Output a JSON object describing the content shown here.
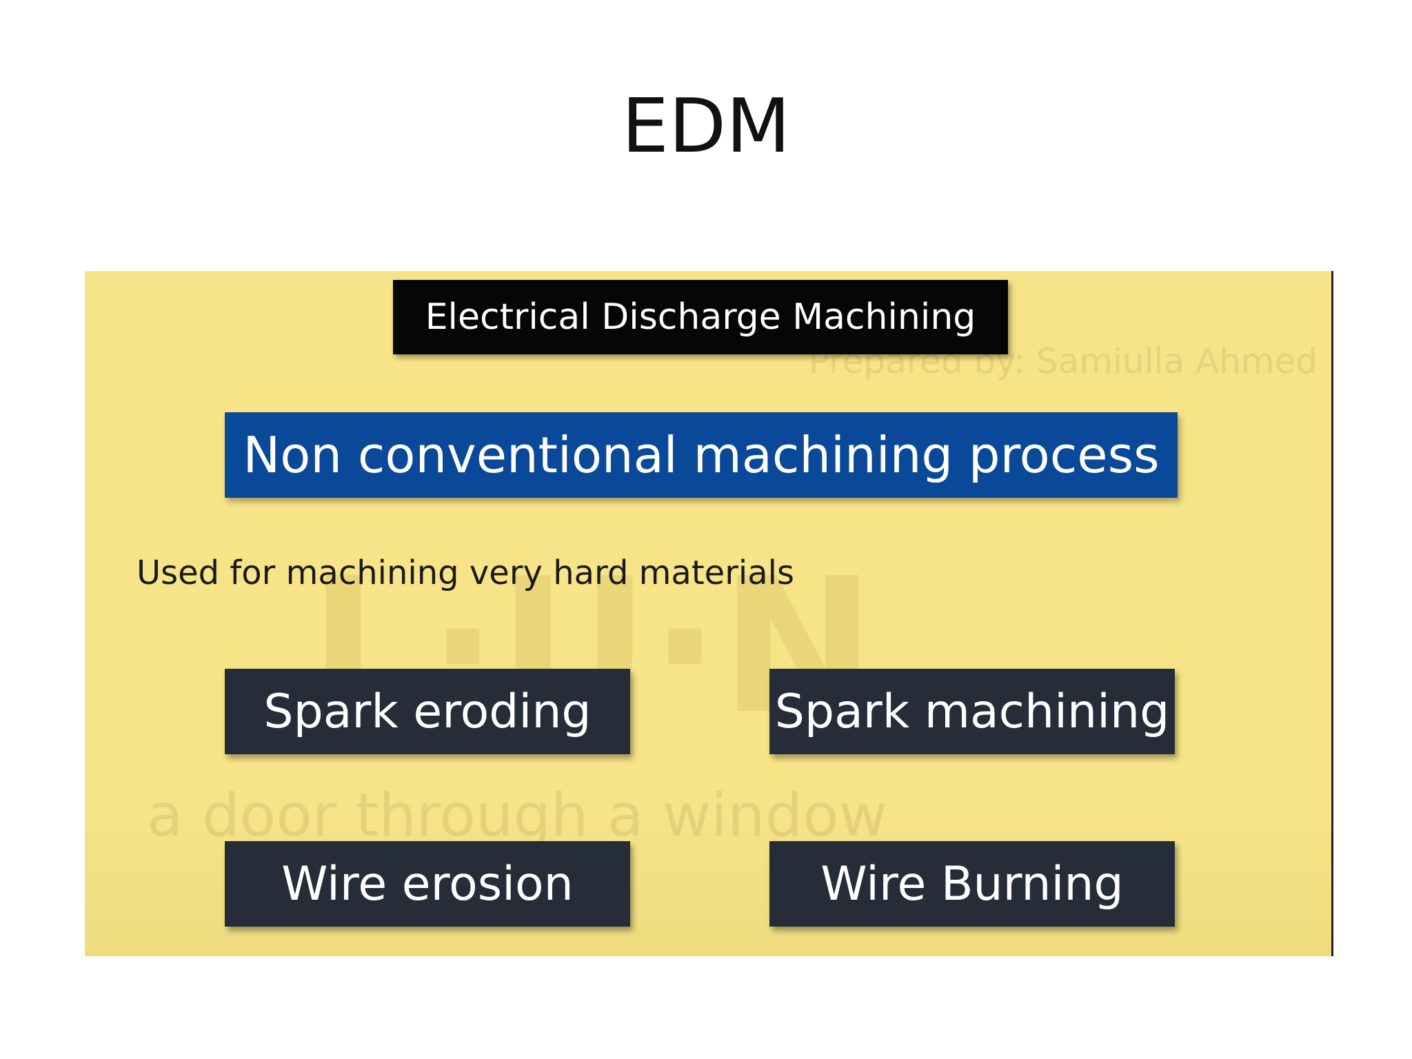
{
  "slide": {
    "title": "EDM"
  },
  "panel": {
    "header": "Electrical Discharge Machining",
    "watermark_top": "Prepared by: Samiulla Ahmed",
    "watermark_bottom": "a door through a window",
    "highlight": "Non conventional machining process",
    "description": "Used for machining very hard materials",
    "terms": [
      "Spark eroding",
      "Spark machining",
      "Wire erosion",
      "Wire Burning"
    ]
  },
  "colors": {
    "panel_background": "#f7e488",
    "header_box": "#060606",
    "highlight_box": "#0a4899",
    "term_box": "#262d38"
  }
}
